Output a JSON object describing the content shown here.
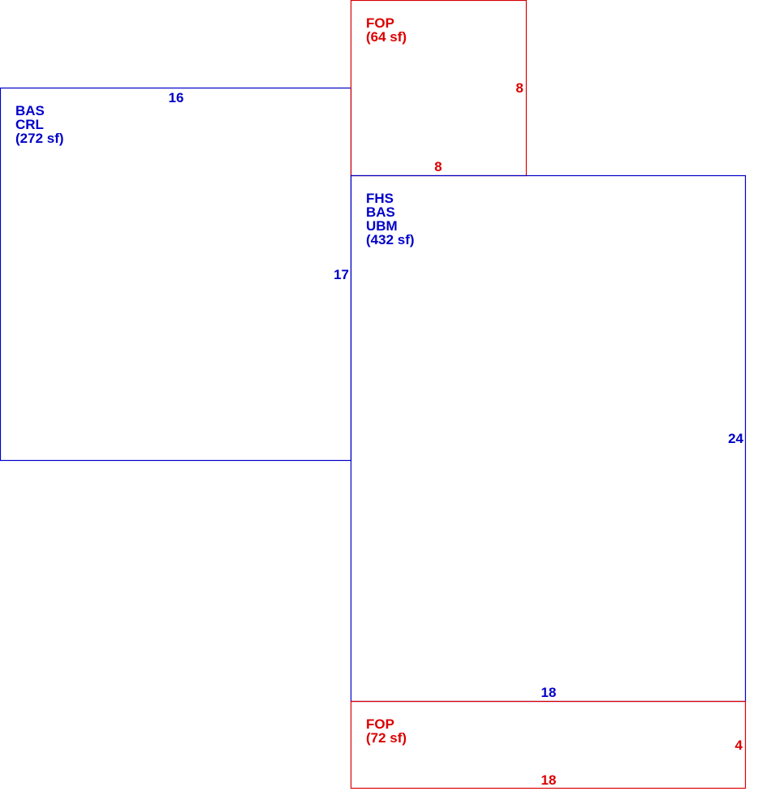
{
  "colors": {
    "primary_area": "#0000c8",
    "porch_area": "#dc0000",
    "background": "#ffffff"
  },
  "areas": [
    {
      "id": "bas-crl",
      "kind": "primary",
      "labels": [
        "BAS",
        "CRL"
      ],
      "area_text": "(272 sf)",
      "dimensions": {
        "top": "16",
        "right": "17"
      }
    },
    {
      "id": "fop-top",
      "kind": "porch",
      "labels": [
        "FOP"
      ],
      "area_text": "(64 sf)",
      "dimensions": {
        "right": "8",
        "bottom": "8"
      }
    },
    {
      "id": "fhs-bas-ubm",
      "kind": "primary",
      "labels": [
        "FHS",
        "BAS",
        "UBM"
      ],
      "area_text": "(432 sf)",
      "dimensions": {
        "right": "24",
        "bottom": "18"
      }
    },
    {
      "id": "fop-bottom",
      "kind": "porch",
      "labels": [
        "FOP"
      ],
      "area_text": "(72 sf)",
      "dimensions": {
        "right": "4",
        "bottom": "18"
      }
    }
  ]
}
